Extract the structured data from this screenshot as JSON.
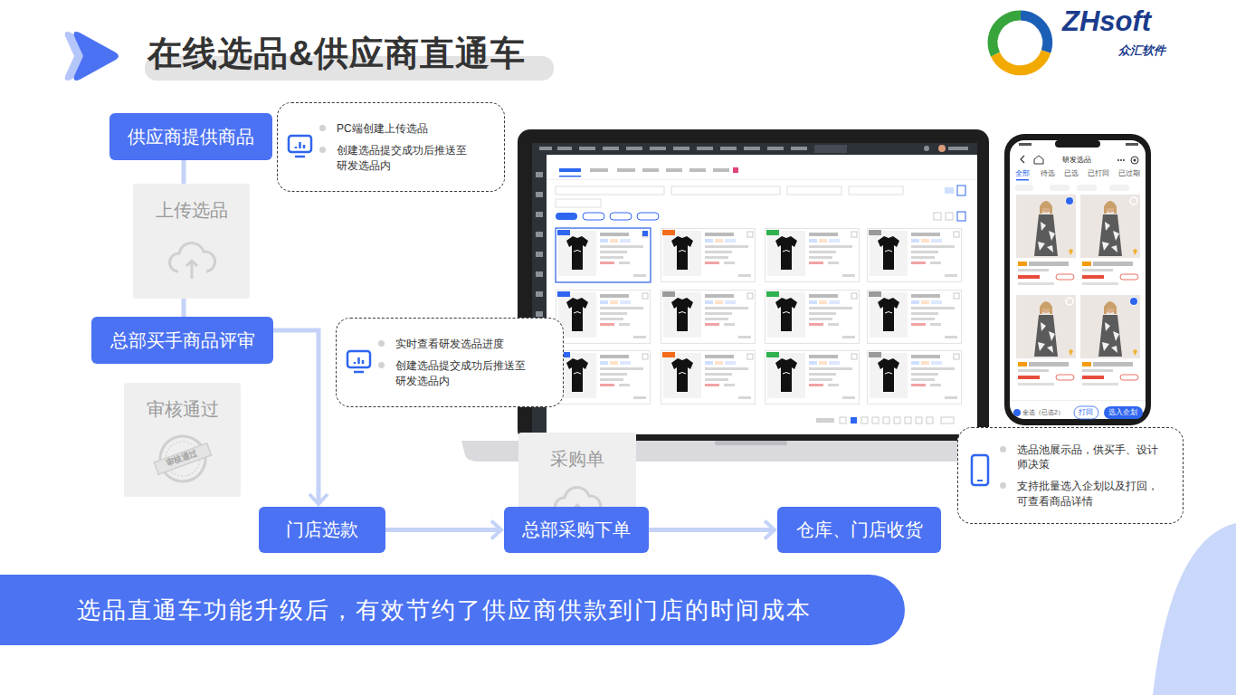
{
  "diagram": {
    "title": "在线选品&供应商直通车",
    "nodes": [
      {
        "text": [
          "供应商提供商品"
        ]
      },
      {
        "text": [
          "PC端创建上传选品",
          "创建选品提交成功后推送至研发选品内"
        ]
      },
      {
        "text": [
          "上传选品"
        ]
      },
      {
        "text": [
          "总部买手商品评审"
        ]
      },
      {
        "text": [
          "实时查看研发选品进度",
          "创建选品提交成功后推送至研发选品内"
        ]
      },
      {
        "text": [
          "审核通过"
        ]
      },
      {
        "text": [
          "选品池展示品，供买手、设计师决策",
          "支持批量选入企划以及打回，可查看商品详情"
        ]
      },
      {
        "text": [
          "采购单"
        ]
      },
      {
        "text": [
          "门店选款"
        ]
      },
      {
        "text": [
          "总部采购下单"
        ]
      },
      {
        "text": [
          "仓库、门店收货"
        ]
      },
      {
        "text": [
          "选品直通车功能升级后，有效节约了供应商供款到门店的时间成本"
        ]
      }
    ],
    "edges": [
      {
        "from": 0,
        "to": 2,
        "arrow": "none"
      },
      {
        "from": 2,
        "to": 3,
        "arrow": "none"
      },
      {
        "from": 3,
        "to": 8,
        "arrow": "to"
      },
      {
        "from": 8,
        "to": 9,
        "arrow": "to"
      },
      {
        "from": 9,
        "to": 10,
        "arrow": "to"
      }
    ],
    "labels": [
      "ZHsoft",
      "众汇软件",
      "审核通过",
      "研发选品",
      "全部",
      "待选",
      "已选",
      "已打回",
      "已过期",
      "打回",
      "选入企划",
      "全选（已选2）"
    ]
  }
}
